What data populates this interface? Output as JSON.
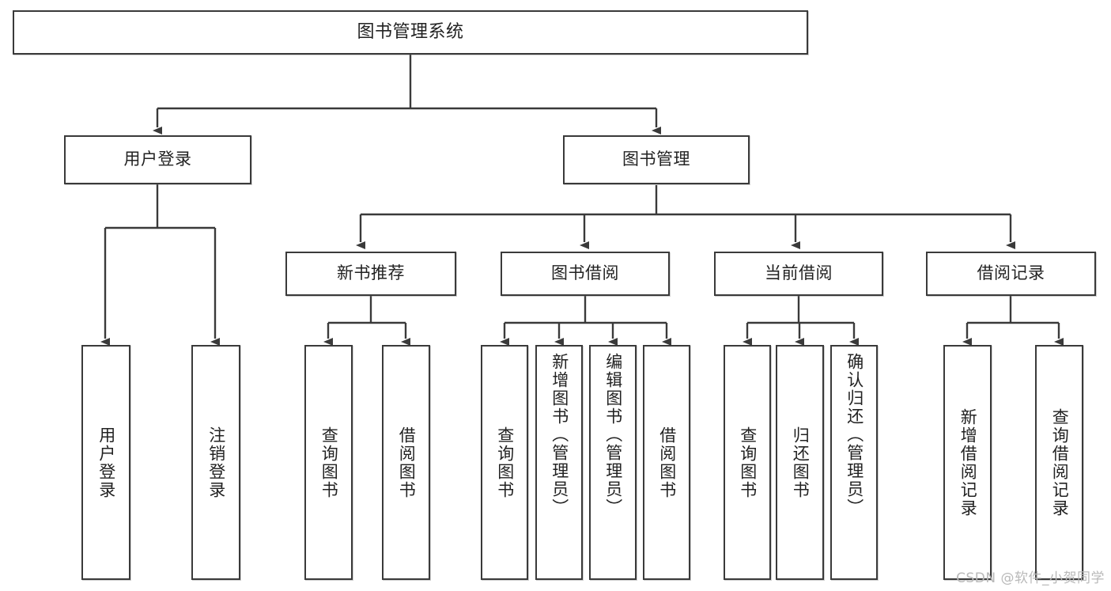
{
  "diagram": {
    "title": "图书管理系统",
    "watermark": "CSDN @软件_小贺同学",
    "colors": {
      "stroke": "#3a3a3a",
      "background": "#ffffff",
      "text": "#222222",
      "watermark": "#b9b9b9"
    },
    "nodes": {
      "root": {
        "label": "图书管理系统"
      },
      "level2": [
        {
          "label": "用户登录"
        },
        {
          "label": "图书管理"
        }
      ],
      "level3": [
        {
          "label": "新书推荐"
        },
        {
          "label": "图书借阅"
        },
        {
          "label": "当前借阅"
        },
        {
          "label": "借阅记录"
        }
      ],
      "leaves_user_login": [
        {
          "label": "用户登录"
        },
        {
          "label": "注销登录"
        }
      ],
      "leaves_new_book": [
        {
          "label": "查询图书"
        },
        {
          "label": "借阅图书"
        }
      ],
      "leaves_borrow": [
        {
          "label": "查询图书"
        },
        {
          "label": "新增图书（管理员）"
        },
        {
          "label": "编辑图书（管理员）"
        },
        {
          "label": "借阅图书"
        }
      ],
      "leaves_current": [
        {
          "label": "查询图书"
        },
        {
          "label": "归还图书"
        },
        {
          "label": "确认归还（管理员）"
        }
      ],
      "leaves_records": [
        {
          "label": "新增借阅记录"
        },
        {
          "label": "查询借阅记录"
        }
      ]
    }
  }
}
